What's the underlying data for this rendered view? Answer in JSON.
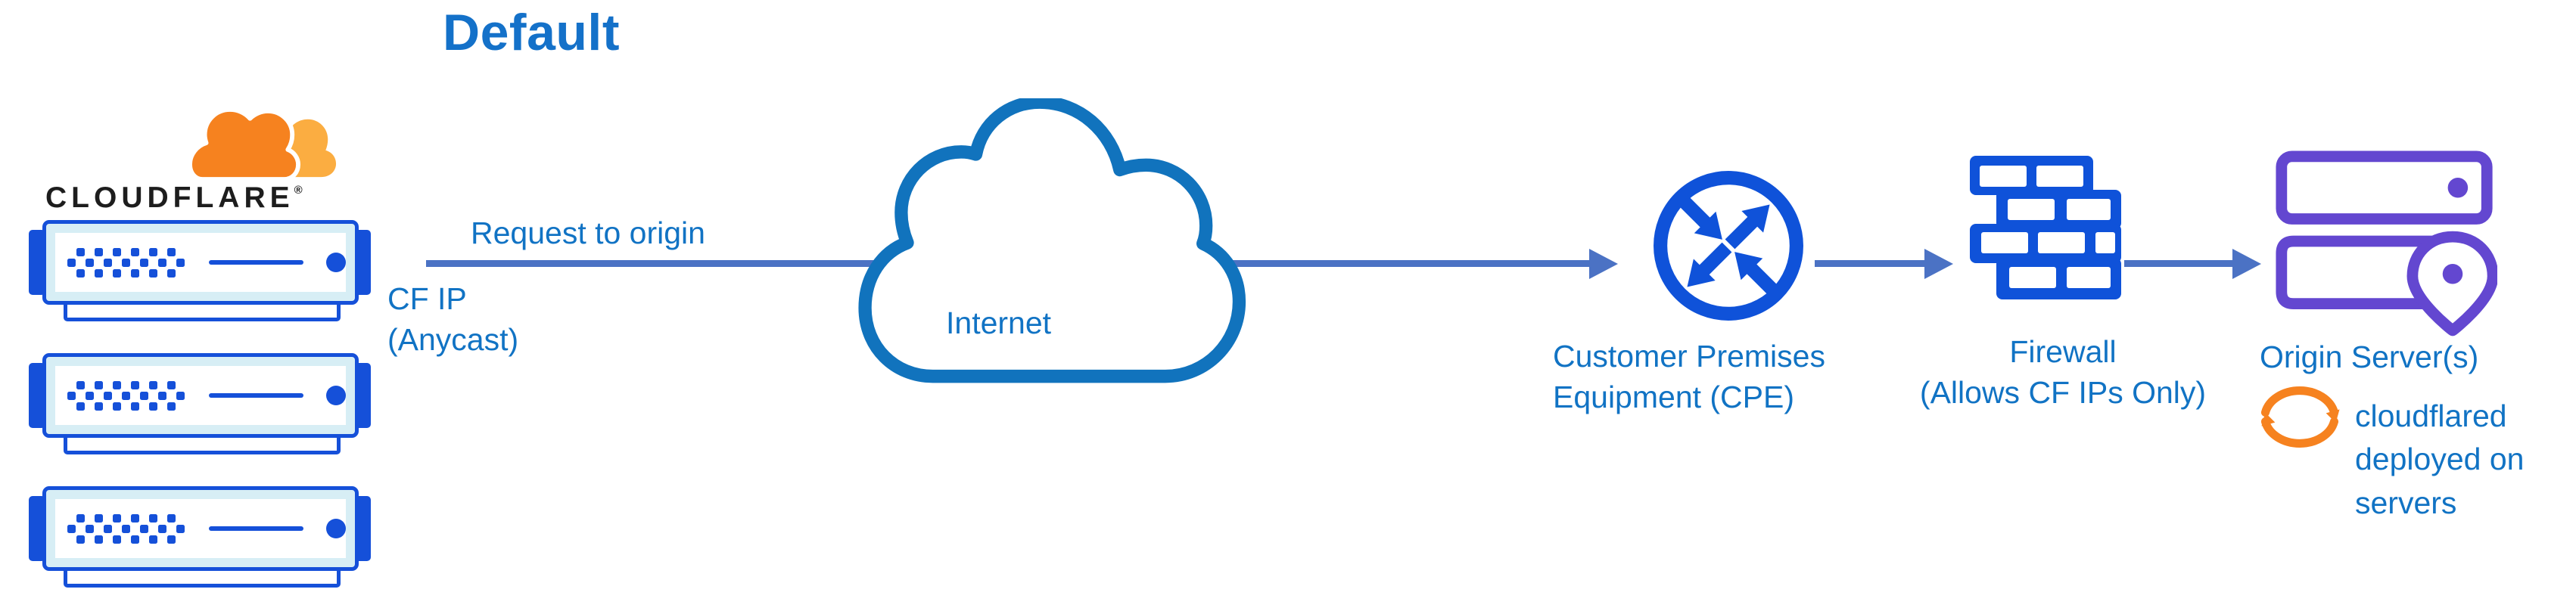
{
  "title": "Default",
  "cloudflare": {
    "wordmark": "CLOUDFLARE",
    "registered_mark": "®",
    "server_count": 3
  },
  "edge_label": {
    "request": "Request to origin",
    "ip_line1": "CF IP",
    "ip_line2": "(Anycast)"
  },
  "internet": {
    "label": "Internet"
  },
  "cpe": {
    "label_line1": "Customer Premises",
    "label_line2": "Equipment (CPE)"
  },
  "firewall": {
    "label_line1": "Firewall",
    "label_line2": "(Allows CF IPs Only)"
  },
  "origin": {
    "label": "Origin Server(s)",
    "note_line1": "cloudflared",
    "note_line2": "deployed on",
    "note_line3": "servers"
  },
  "icons": {
    "logo_cloud": "cloudflare-cloud-icon",
    "edge_server": "rack-server-icon",
    "internet": "cloud-outline-icon",
    "cpe": "router-arrows-icon",
    "firewall": "brick-wall-icon",
    "origin": "server-with-location-pin-icon",
    "cloudflared": "sync-arrows-icon"
  },
  "colors": {
    "label_blue": "#1173c4",
    "title_blue": "#1471c9",
    "icon_blue": "#0f52d9",
    "arrow_blue": "#4b72c4",
    "cloud_stroke": "#1173bd",
    "server_inner_cyan": "#d7eef5",
    "logo_orange": "#f6821f",
    "logo_orange_light": "#fbad41",
    "origin_purple": "#6347d0",
    "wordmark_black": "#1d1d1d"
  }
}
